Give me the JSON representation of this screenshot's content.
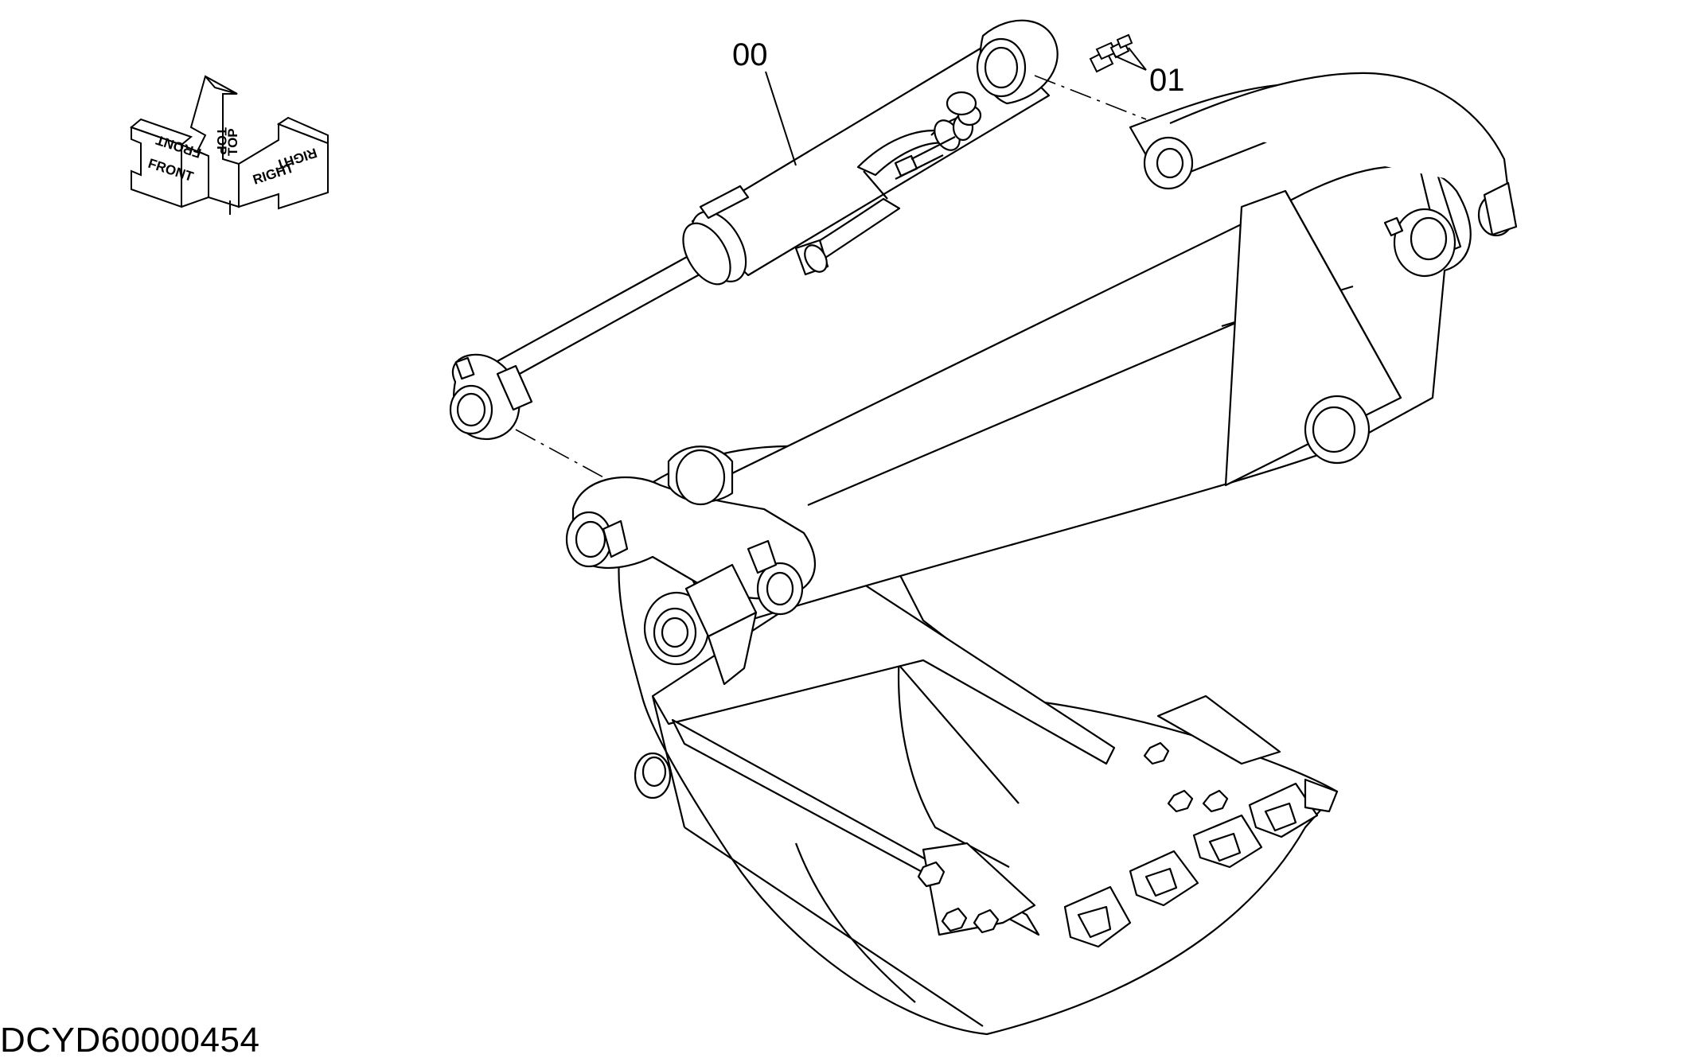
{
  "diagram": {
    "drawing_id": "DCYD60000454",
    "callouts": [
      {
        "id": "callout-00",
        "label": "00"
      },
      {
        "id": "callout-01",
        "label": "01"
      }
    ],
    "orientation_indicator": {
      "front": "FRONT",
      "top": "TOP",
      "right": "RIGHT"
    },
    "colors": {
      "line": "#000000",
      "background": "#ffffff"
    }
  }
}
